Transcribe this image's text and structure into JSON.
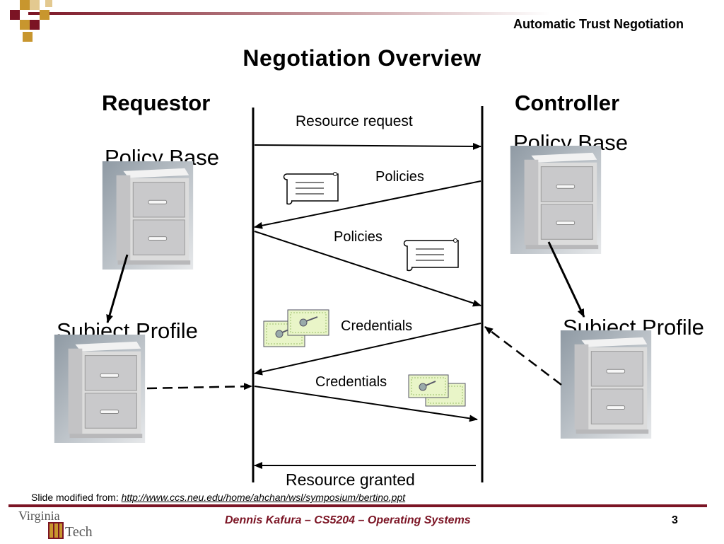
{
  "header": {
    "title": "Automatic Trust Negotiation"
  },
  "slide": {
    "title": "Negotiation Overview"
  },
  "requestor": {
    "heading": "Requestor",
    "policy_base": "Policy Base",
    "subject_profile": "Subject Profile"
  },
  "controller": {
    "heading": "Controller",
    "policy_base": "Policy Base",
    "subject_profile": "Subject Profile"
  },
  "messages": {
    "resource_request": "Resource request",
    "policies_1": "Policies",
    "policies_2": "Policies",
    "credentials_1": "Credentials",
    "credentials_2": "Credentials",
    "resource_granted": "Resource granted"
  },
  "footer": {
    "source_prefix": "Slide modified  from: ",
    "source_url": "http://www.ccs.neu.edu/home/ahchan/wsl/symposium/bertino.ppt",
    "course": "Dennis Kafura – CS5204 – Operating Systems",
    "page": "3",
    "logo_top": "Virginia",
    "logo_bottom": "Tech"
  },
  "colors": {
    "accent": "#7b1424",
    "gold": "#c8962e"
  },
  "icons": [
    "scroll-document-icon",
    "key-certificate-icon",
    "filing-cabinet-icon"
  ]
}
